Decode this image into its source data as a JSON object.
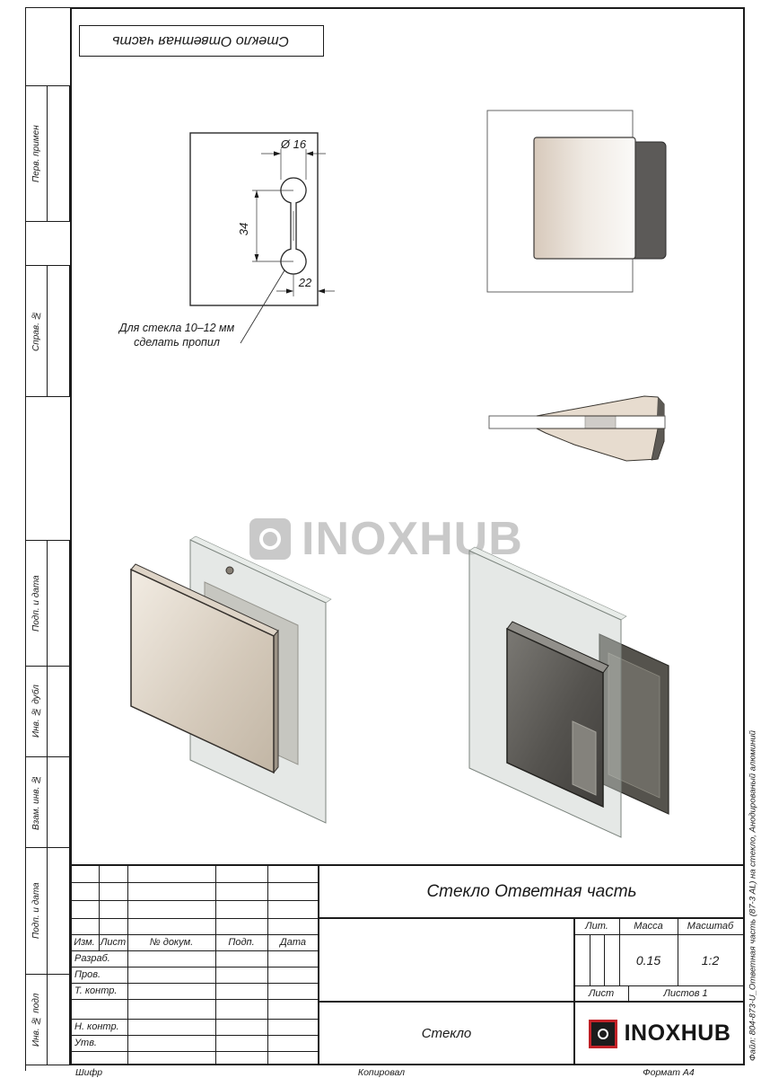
{
  "sheet": {
    "stamp_rotated_title": "Стекло Ответная часть",
    "margin_labels": [
      "Перв. примен",
      "Справ. №",
      "Подп. и дата",
      "Инв. № дубл",
      "Взам. инв. №",
      "Подп. и дата",
      "Инв. № подл"
    ],
    "file_label": "Файл: 804-873-U_Ответная часть (87-3 AL) на стекло, Анодированый алюминий",
    "footer": {
      "shifr": "Шифр",
      "kopiroval": "Копировал",
      "format": "Формат А4"
    }
  },
  "drawing": {
    "dim_diameter": "Ø 16",
    "dim_slot": "34",
    "dim_offset": "22",
    "note_line1": "Для стекла 10–12 мм",
    "note_line2": "сделать пропил"
  },
  "watermark": {
    "text": "INOXHUB"
  },
  "title_block": {
    "headers": {
      "izm": "Изм.",
      "list": "Лист",
      "doc": "№ докум.",
      "podp": "Подп.",
      "data": "Дата"
    },
    "rows": {
      "razrab": "Разраб.",
      "prov": "Пров.",
      "t_kontr": "Т. контр.",
      "n_kontr": "Н. контр.",
      "utv": "Утв."
    },
    "title": "Стекло Ответная часть",
    "lit_label": "Лит.",
    "massa_label": "Масса",
    "masshtab_label": "Масштаб",
    "massa_value": "0.15",
    "masshtab_value": "1:2",
    "list_label": "Лист",
    "listov_value": "Листов 1",
    "material": "Стекло",
    "brand": "INOXHUB"
  }
}
